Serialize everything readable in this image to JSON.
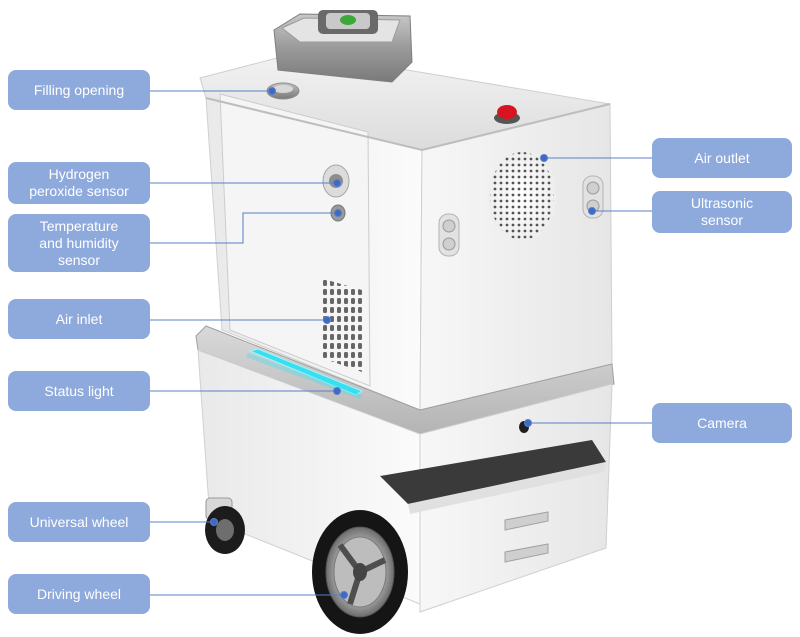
{
  "colors": {
    "label_fill": "#8ea9db",
    "label_text": "#ffffff",
    "leader_line": "#5b7fc4",
    "status_light": "#37e0f0",
    "emergency_button": "#d8141f"
  },
  "callouts": [
    {
      "id": "filling-opening",
      "text": "Filling opening"
    },
    {
      "id": "hydrogen-peroxide-sensor",
      "text": "Hydrogen\nperoxide sensor"
    },
    {
      "id": "temperature-humidity-sensor",
      "text": "Temperature\nand humidity\nsensor"
    },
    {
      "id": "air-inlet",
      "text": "Air inlet"
    },
    {
      "id": "status-light",
      "text": "Status light"
    },
    {
      "id": "universal-wheel",
      "text": "Universal wheel"
    },
    {
      "id": "driving-wheel",
      "text": "Driving wheel"
    },
    {
      "id": "air-outlet",
      "text": "Air outlet"
    },
    {
      "id": "ultrasonic-sensor",
      "text": "Ultrasonic\nsensor"
    },
    {
      "id": "camera",
      "text": "Camera"
    }
  ]
}
